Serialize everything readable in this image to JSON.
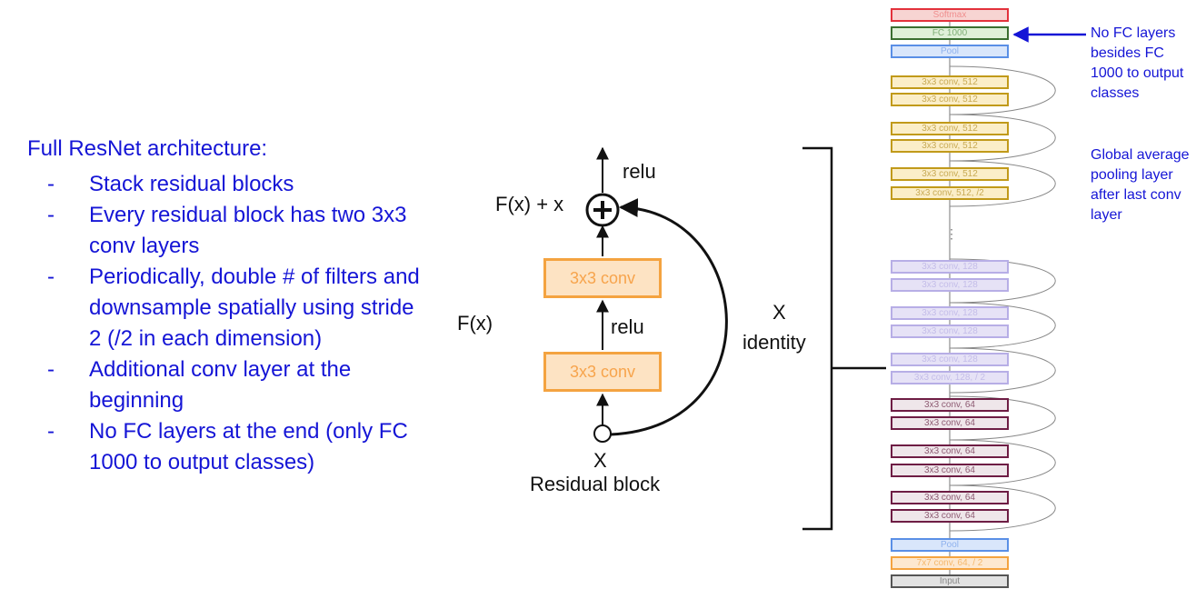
{
  "left_text": {
    "title": "Full ResNet architecture:",
    "bullets": [
      "Stack residual blocks",
      "Every residual block has two 3x3 conv layers",
      "Periodically, double # of filters and downsample spatially using stride 2 (/2 in each dimension)",
      "Additional conv layer at the beginning",
      "No FC layers at the end (only FC 1000 to output classes)"
    ]
  },
  "residual_block": {
    "relu_top": "relu",
    "sum_label": "F(x) + x",
    "conv_top": "3x3 conv",
    "fx_label": "F(x)",
    "relu_mid": "relu",
    "conv_bottom": "3x3 conv",
    "x_input": "X",
    "caption": "Residual block",
    "skip_x": "X",
    "skip_identity": "identity"
  },
  "stack": {
    "layers": [
      "Softmax",
      "FC 1000",
      "Pool",
      "3x3 conv, 512",
      "3x3 conv, 512",
      "3x3 conv, 512",
      "3x3 conv, 512",
      "3x3 conv, 512",
      "3x3 conv, 512, /2",
      "3x3 conv, 128",
      "3x3 conv, 128",
      "3x3 conv, 128",
      "3x3 conv, 128",
      "3x3 conv, 128",
      "3x3 conv, 128, / 2",
      "3x3 conv, 64",
      "3x3 conv, 64",
      "3x3 conv, 64",
      "3x3 conv, 64",
      "3x3 conv, 64",
      "3x3 conv, 64",
      "Pool",
      "7x7 conv, 64, / 2",
      "Input"
    ]
  },
  "notes": {
    "fc": "No FC layers besides FC 1000 to output classes",
    "gap": "Global average pooling layer after last conv layer"
  },
  "colors": {
    "text_blue": "#1515d6",
    "conv_orange": "#f4a340",
    "arrow_blue": "#1515d6"
  }
}
